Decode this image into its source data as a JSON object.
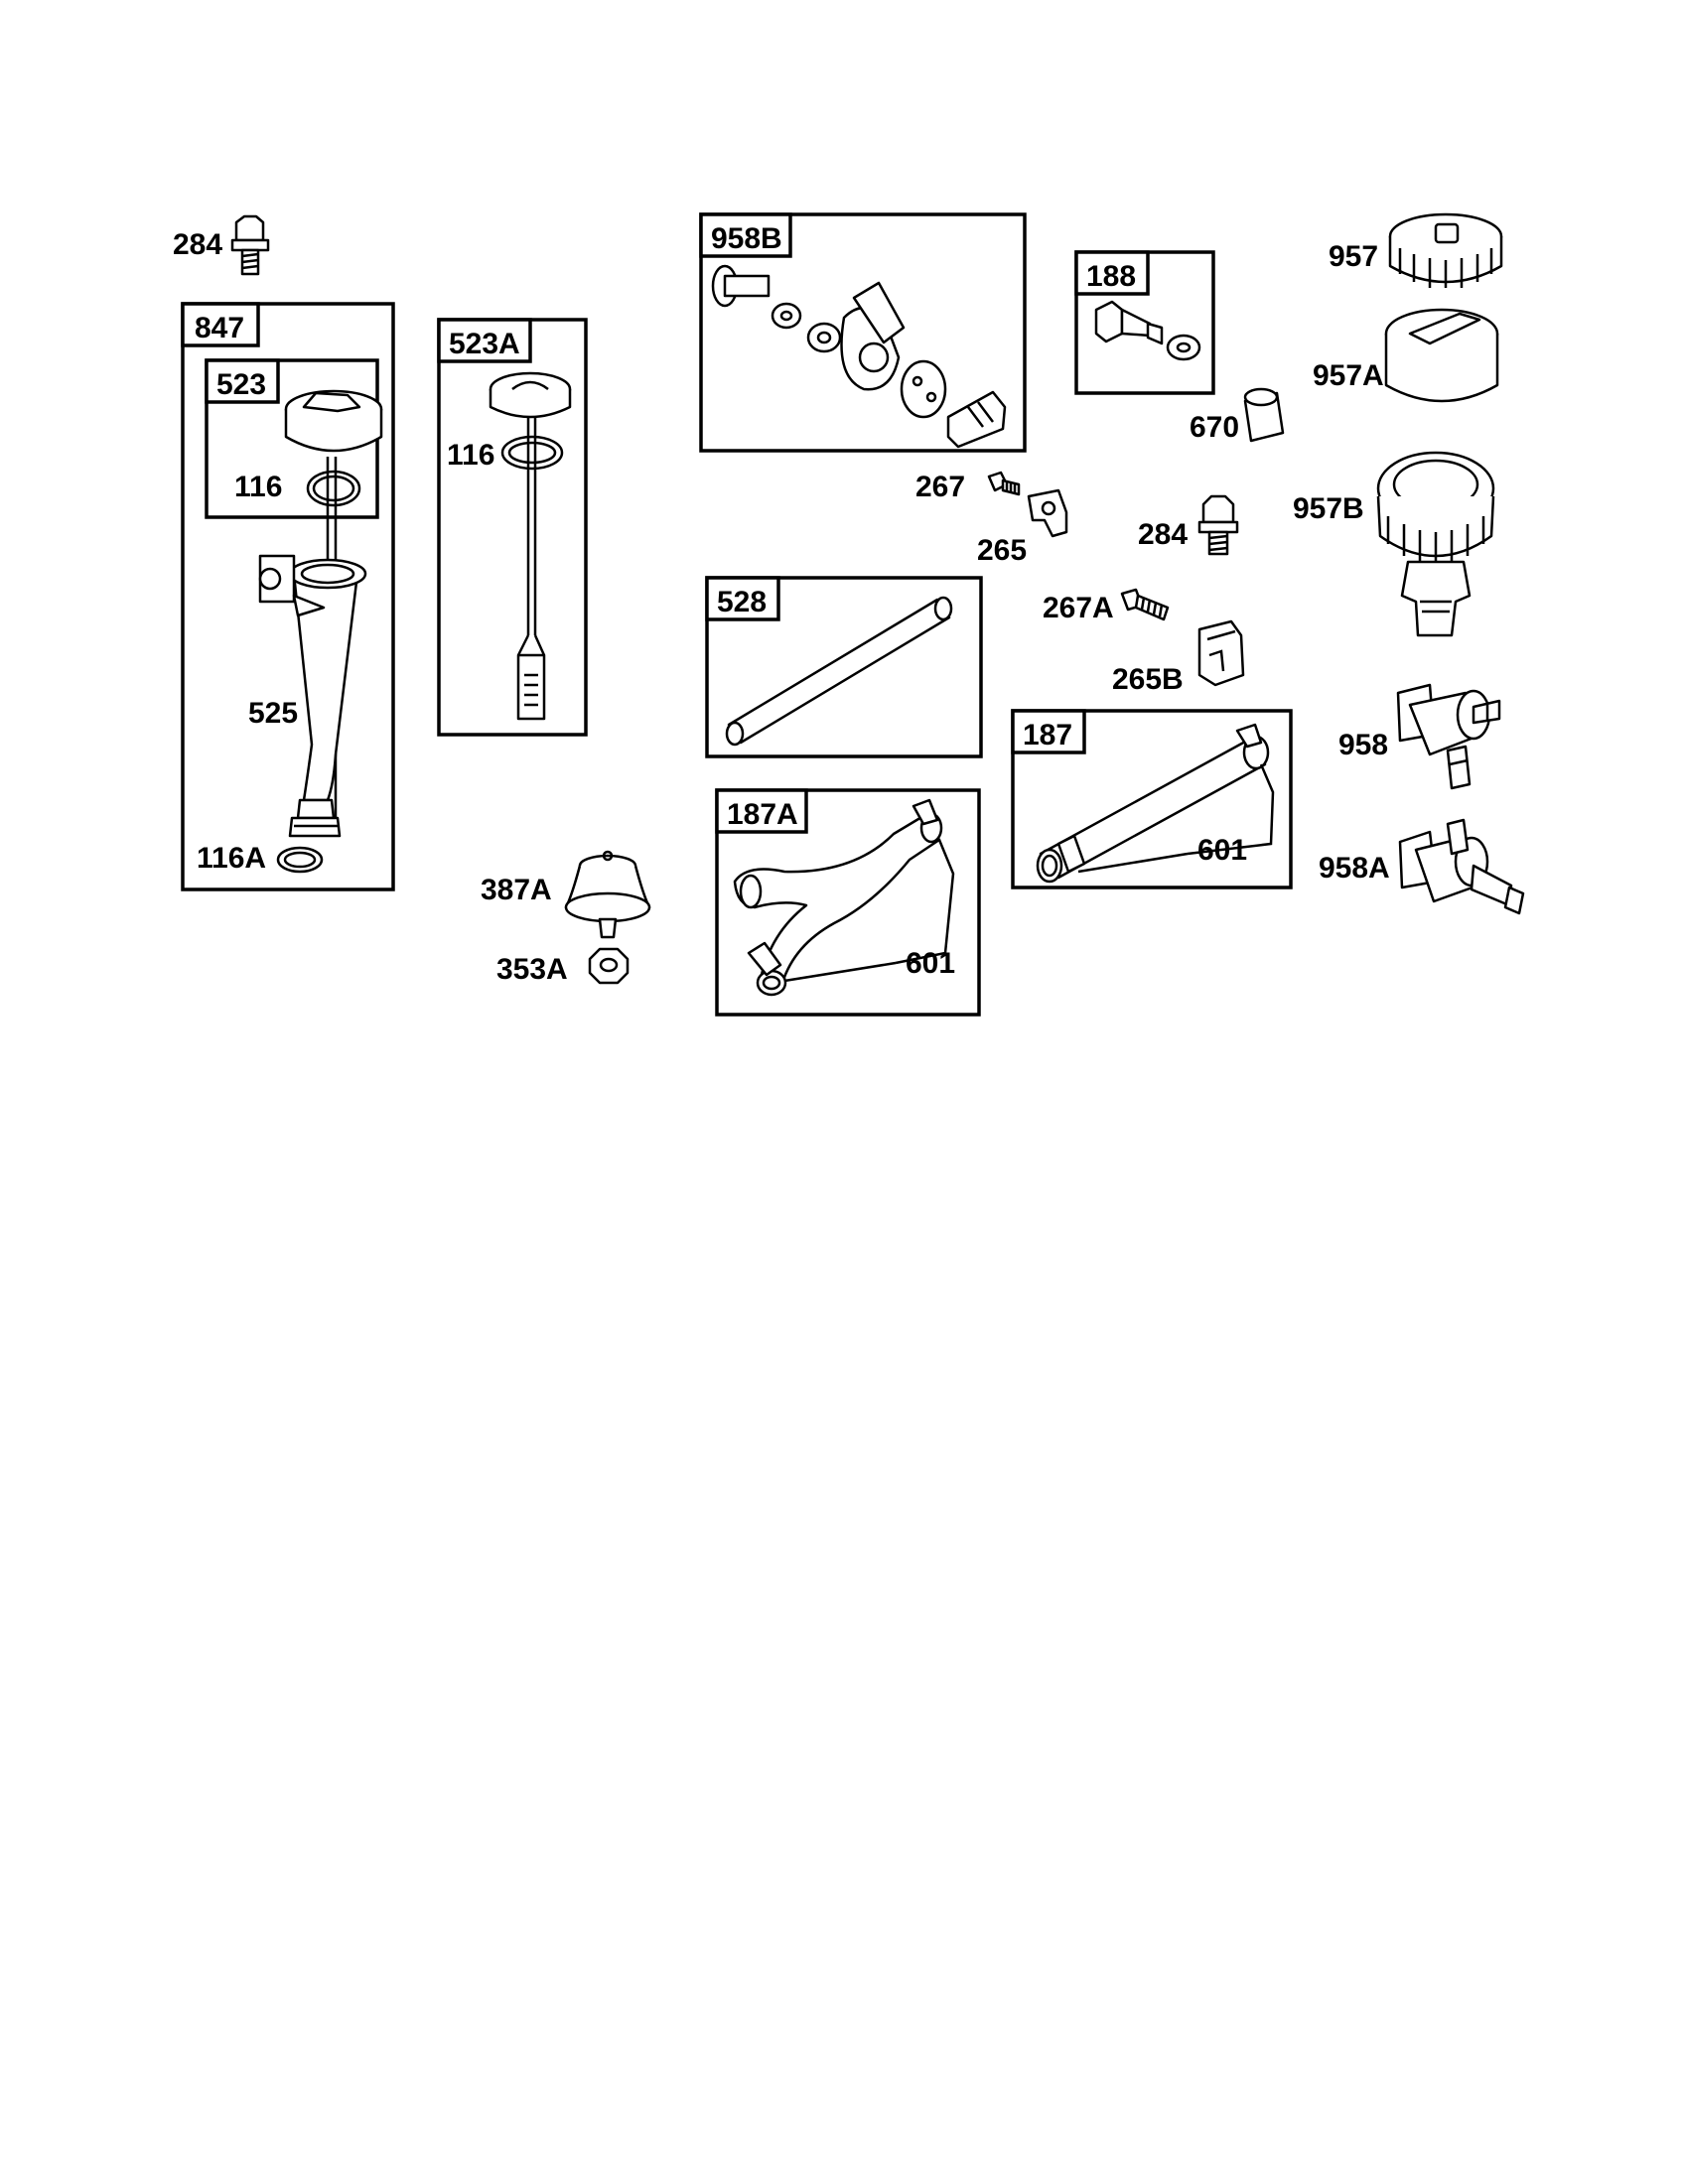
{
  "parts_diagram": {
    "callouts": {
      "c284_top": "284",
      "c847": "847",
      "c523": "523",
      "c116_a": "116",
      "c525": "525",
      "c116A": "116A",
      "c523A": "523A",
      "c116_b": "116",
      "c958B": "958B",
      "c188": "188",
      "c957": "957",
      "c957A": "957A",
      "c670": "670",
      "c267": "267",
      "c265": "265",
      "c284_mid": "284",
      "c957B": "957B",
      "c528": "528",
      "c267A": "267A",
      "c265B": "265B",
      "c958": "958",
      "c187": "187",
      "c601_a": "601",
      "c958A": "958A",
      "c187A": "187A",
      "c601_b": "601",
      "c387A": "387A",
      "c353A": "353A"
    }
  }
}
